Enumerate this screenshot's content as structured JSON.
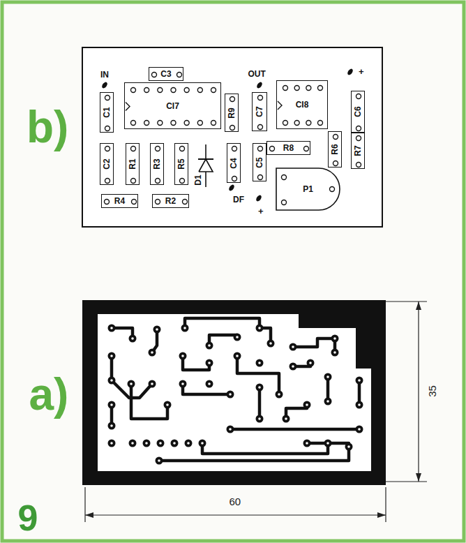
{
  "diagram": {
    "nodes": [
      {
        "text": [
          "C3"
        ]
      },
      {
        "text": [
          "CI7"
        ]
      },
      {
        "text": [
          "C1"
        ]
      },
      {
        "text": [
          "R9"
        ]
      },
      {
        "text": [
          "C7"
        ]
      },
      {
        "text": [
          "CI8"
        ]
      },
      {
        "text": [
          "C6"
        ]
      },
      {
        "text": [
          "C2"
        ]
      },
      {
        "text": [
          "R1"
        ]
      },
      {
        "text": [
          "R3"
        ]
      },
      {
        "text": [
          "R5"
        ]
      },
      {
        "text": [
          "C4"
        ]
      },
      {
        "text": [
          "C5"
        ]
      },
      {
        "text": [
          "R8"
        ]
      },
      {
        "text": [
          "R6"
        ]
      },
      {
        "text": [
          "R7"
        ]
      },
      {
        "text": [
          "P1"
        ]
      },
      {
        "text": [
          "R4"
        ]
      },
      {
        "text": [
          "R2"
        ]
      }
    ],
    "labels": [
      "b)",
      "IN",
      "OUT",
      "+",
      "DF",
      "+",
      "D1",
      "a)",
      "35",
      "60",
      "9"
    ]
  }
}
